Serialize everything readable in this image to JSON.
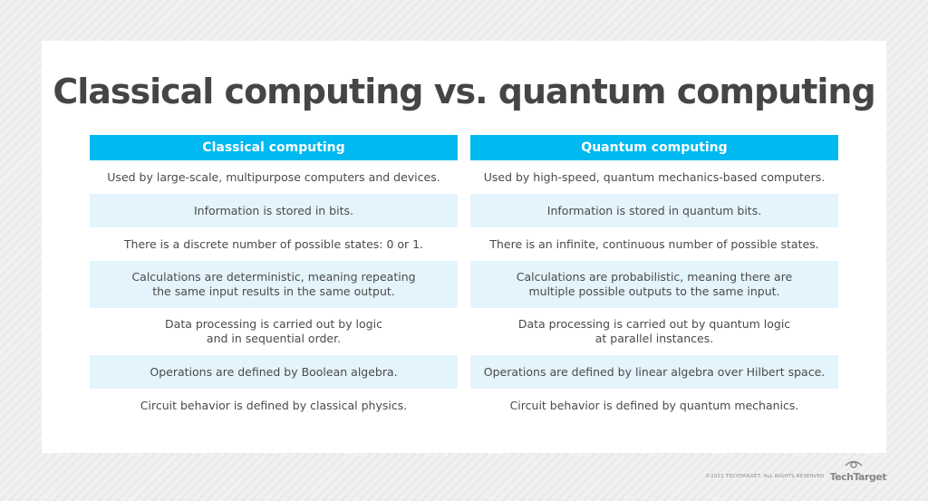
{
  "title": "Classical computing vs. quantum computing",
  "columns": [
    {
      "header": "Classical computing",
      "rows": [
        "Used by large-scale, multipurpose computers and devices.",
        "Information is stored in bits.",
        "There is a discrete number of possible states: 0 or 1.",
        [
          "Calculations are deterministic, meaning repeating",
          "the same input results in the same output."
        ],
        [
          "Data processing is carried out by logic",
          "and in sequential order."
        ],
        "Operations are defined by Boolean algebra.",
        "Circuit behavior is defined by classical physics."
      ]
    },
    {
      "header": "Quantum computing",
      "rows": [
        "Used by high-speed, quantum mechanics-based computers.",
        "Information is stored in quantum bits.",
        "There is an infinite, continuous number of possible states.",
        [
          "Calculations are probabilistic, meaning there are",
          "multiple possible outputs to the same input."
        ],
        [
          "Data processing is carried out by quantum logic",
          "at parallel instances."
        ],
        "Operations are defined by linear algebra over Hilbert space.",
        "Circuit behavior is defined by quantum mechanics."
      ]
    }
  ],
  "footer": {
    "copyright": "©2022 TECHTARGET. ALL RIGHTS RESERVED",
    "logo": "TechTarget"
  },
  "colors": {
    "header": "#00b9f0",
    "shaded_row": "#e4f4fc",
    "text": "#4a4a4a"
  }
}
